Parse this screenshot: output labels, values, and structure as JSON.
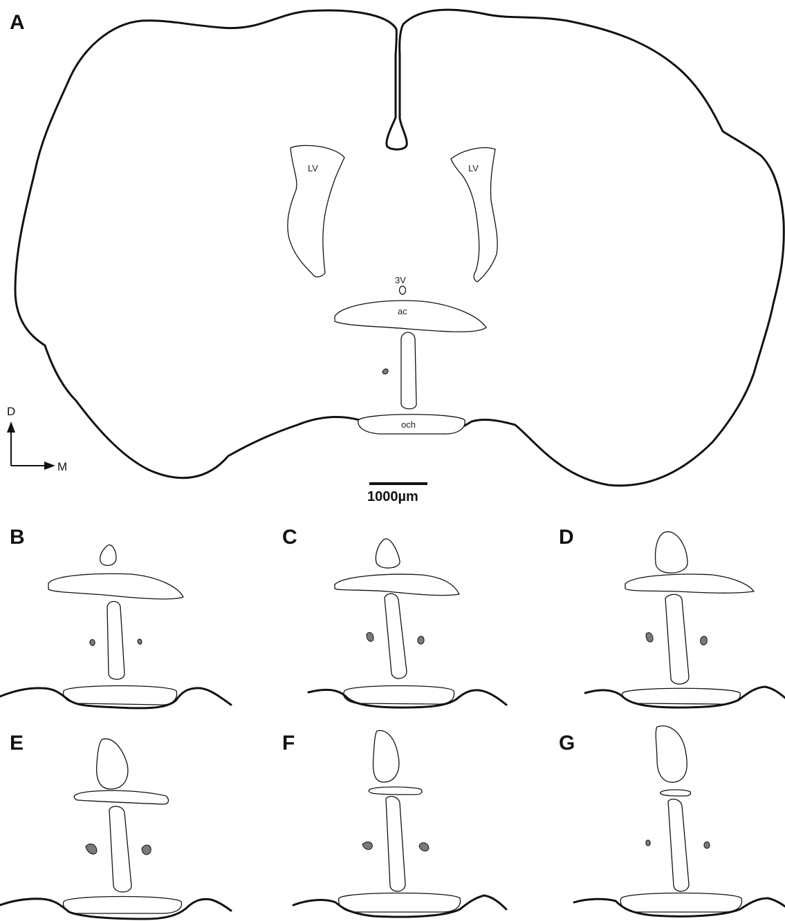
{
  "panels": [
    "A",
    "B",
    "C",
    "D",
    "E",
    "F",
    "G"
  ],
  "labels": {
    "lv_left": "LV",
    "lv_right": "LV",
    "third_ventricle": "3V",
    "anterior_commissure": "ac",
    "optic_chiasm": "och"
  },
  "orientation": {
    "dorsal": "D",
    "medial": "M"
  },
  "scale_bar": {
    "label": "1000µm"
  },
  "colors": {
    "outline": "#111111",
    "fill": "#ffffff",
    "nucleus": "#7a7a7a"
  }
}
